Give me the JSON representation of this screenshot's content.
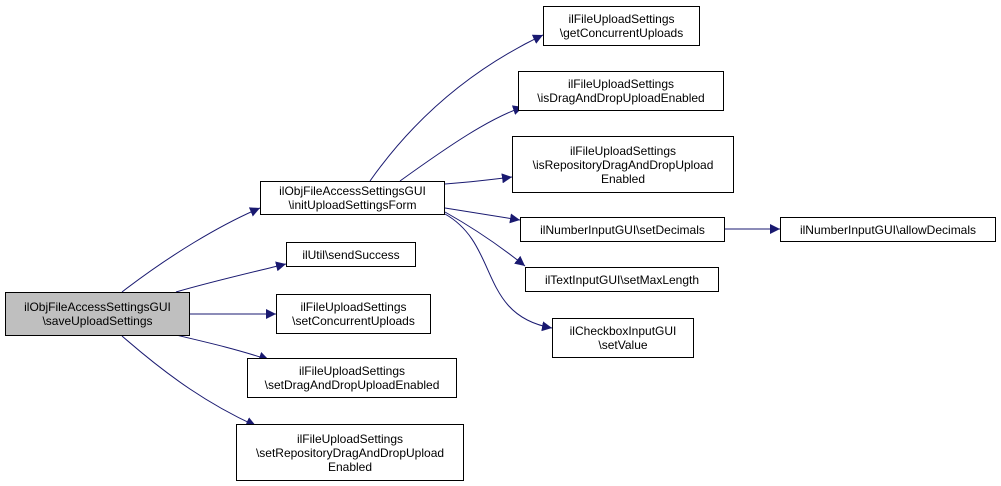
{
  "colors": {
    "edge": "#191970",
    "current_fill": "#bfbfbf",
    "node_fill": "#ffffff",
    "border": "#000000"
  },
  "nodes": {
    "save": {
      "lines": [
        "ilObjFileAccessSettingsGUI",
        "\\saveUploadSettings"
      ]
    },
    "init": {
      "lines": [
        "ilObjFileAccessSettingsGUI",
        "\\initUploadSettingsForm"
      ]
    },
    "success": {
      "lines": [
        "ilUtil\\sendSuccess"
      ]
    },
    "setcu": {
      "lines": [
        "ilFileUploadSettings",
        "\\setConcurrentUploads"
      ]
    },
    "setdd": {
      "lines": [
        "ilFileUploadSettings",
        "\\setDragAndDropUploadEnabled"
      ]
    },
    "setrdd": {
      "lines": [
        "ilFileUploadSettings",
        "\\setRepositoryDragAndDropUpload",
        "Enabled"
      ]
    },
    "getcu": {
      "lines": [
        "ilFileUploadSettings",
        "\\getConcurrentUploads"
      ]
    },
    "isdd": {
      "lines": [
        "ilFileUploadSettings",
        "\\isDragAndDropUploadEnabled"
      ]
    },
    "isrdd": {
      "lines": [
        "ilFileUploadSettings",
        "\\isRepositoryDragAndDropUpload",
        "Enabled"
      ]
    },
    "setdec": {
      "lines": [
        "ilNumberInputGUI\\setDecimals"
      ]
    },
    "setmax": {
      "lines": [
        "ilTextInputGUI\\setMaxLength"
      ]
    },
    "setval": {
      "lines": [
        "ilCheckboxInputGUI",
        "\\setValue"
      ]
    },
    "allowdec": {
      "lines": [
        "ilNumberInputGUI\\allowDecimals"
      ]
    }
  },
  "edges": [
    [
      "save",
      "init"
    ],
    [
      "save",
      "success"
    ],
    [
      "save",
      "setcu"
    ],
    [
      "save",
      "setdd"
    ],
    [
      "save",
      "setrdd"
    ],
    [
      "init",
      "getcu"
    ],
    [
      "init",
      "isdd"
    ],
    [
      "init",
      "isrdd"
    ],
    [
      "init",
      "setdec"
    ],
    [
      "init",
      "setmax"
    ],
    [
      "init",
      "setval"
    ],
    [
      "setdec",
      "allowdec"
    ]
  ]
}
